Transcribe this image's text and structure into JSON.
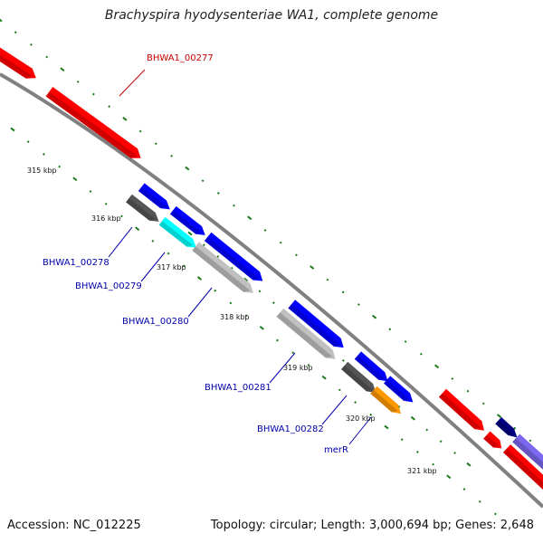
{
  "title": "Brachyspira hyodysenteriae WA1, complete genome",
  "footer": {
    "accession": "Accession: NC_012225",
    "summary": "Topology: circular; Length: 3,000,694 bp; Genes: 2,648"
  },
  "colors": {
    "backbone": "#808080",
    "tick": "#1a7a1a",
    "red_gene": "#ff0000",
    "blue_gene": "#0000ff",
    "cyan_gene": "#00ffff",
    "light_gray_gene": "#c0c0c0",
    "dark_gray_gene": "#555555",
    "orange_gene": "#ff9900",
    "navy_gene": "#000080",
    "violet_gene": "#7b68ee",
    "label_red": "#cc0000",
    "label_blue": "#0000aa"
  },
  "kbp_ticks": [
    "315 kbp",
    "316 kbp",
    "317 kbp",
    "318 kbp",
    "319 kbp",
    "320 kbp",
    "321 kbp"
  ],
  "gene_labels": [
    {
      "text": "BHWA1_00277",
      "color": "label_red"
    },
    {
      "text": "BHWA1_00278",
      "color": "label_blue"
    },
    {
      "text": "BHWA1_00279",
      "color": "label_blue"
    },
    {
      "text": "BHWA1_00280",
      "color": "label_blue"
    },
    {
      "text": "BHWA1_00281",
      "color": "label_blue"
    },
    {
      "text": "BHWA1_00282",
      "color": "label_blue"
    },
    {
      "text": "merR",
      "color": "label_blue"
    }
  ]
}
